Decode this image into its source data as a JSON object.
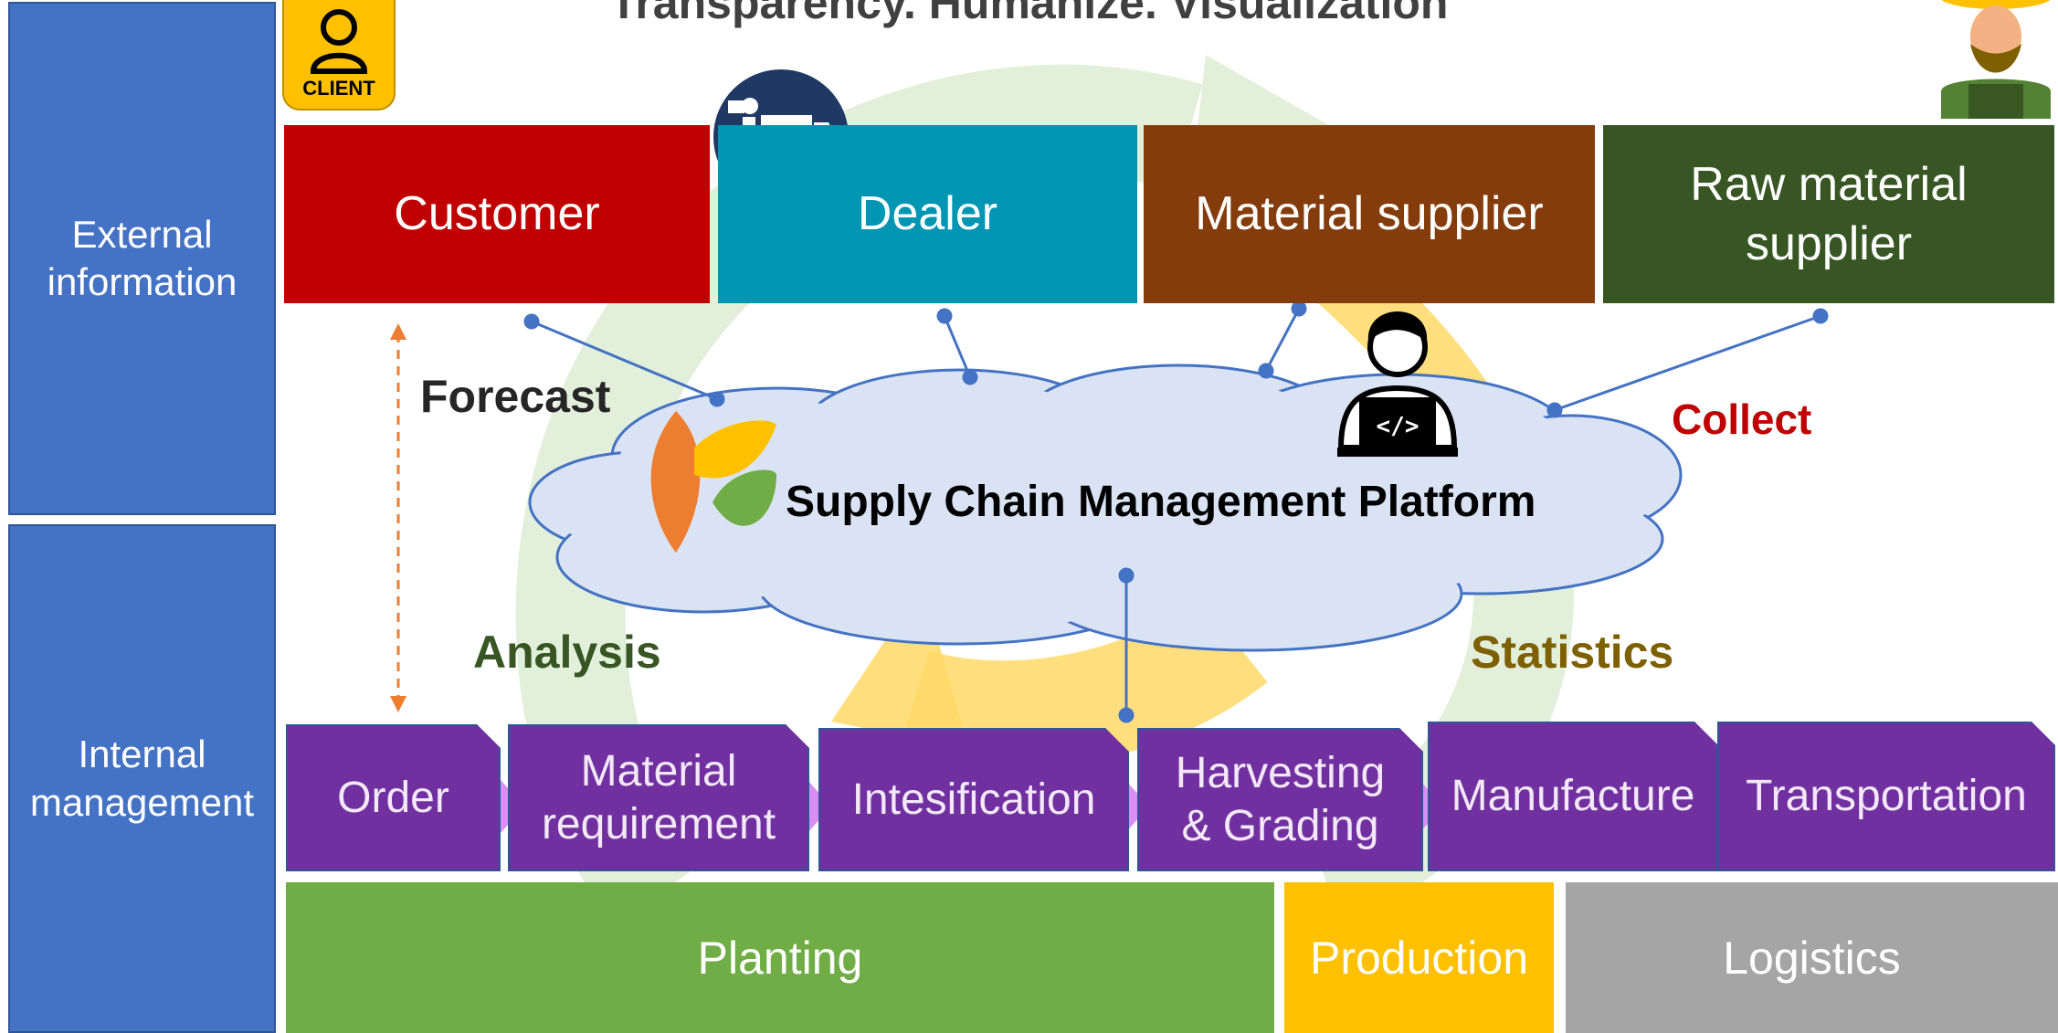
{
  "title": "Transparency. Humanize. Visualization",
  "side_labels": {
    "external": "External\ninformation",
    "internal": "Internal\nmanagement"
  },
  "client_badge": "CLIENT",
  "external": [
    {
      "label": "Customer",
      "color": "#C00000"
    },
    {
      "label": "Dealer",
      "color": "#0095B3"
    },
    {
      "label": "Material supplier",
      "color": "#843C0C"
    },
    {
      "label": "Raw material\nsupplier",
      "color": "#375623"
    }
  ],
  "actions": {
    "forecast": "Forecast",
    "collect": "Collect",
    "analysis": "Analysis",
    "statistics": "Statistics"
  },
  "action_colors": {
    "forecast": "#262626",
    "collect": "#C00000",
    "analysis": "#375623",
    "statistics": "#7F6000"
  },
  "platform": "Supply Chain Management Platform",
  "process_steps": [
    "Order",
    "Material\nrequirement",
    "Intesification",
    "Harvesting\n& Grading",
    "Manufacture",
    "Transportation"
  ],
  "stages": [
    {
      "label": "Planting",
      "color": "#70AD47"
    },
    {
      "label": "Production",
      "color": "#FFC000"
    },
    {
      "label": "Logistics",
      "color": "#A5A5A5"
    }
  ],
  "icons": [
    "client-badge-icon",
    "delivery-van-icon",
    "farmer-icon",
    "developer-laptop-icon",
    "leaf-logo-icon"
  ]
}
